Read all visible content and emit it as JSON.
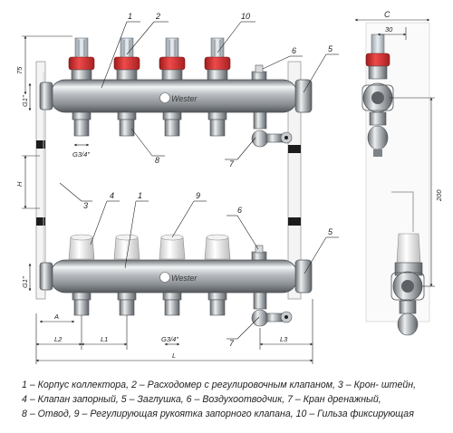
{
  "dimensions": {
    "c": "C",
    "d30": "30",
    "d75": "75",
    "d200": "200",
    "g_top": "G1\"",
    "g_bottom": "G1\"",
    "g34_top": "G3/4\"",
    "g34_bottom": "G3/4\"",
    "h": "H",
    "l": "L",
    "l1": "L1",
    "l2": "L2",
    "l3": "L3",
    "a": "A"
  },
  "callouts": {
    "top": [
      "1",
      "2",
      "10",
      "6",
      "5",
      "8",
      "7",
      "3"
    ],
    "bottom": [
      "4",
      "1",
      "9",
      "6",
      "5",
      "7"
    ]
  },
  "brand": [
    "Wester",
    "Wester"
  ],
  "legend": [
    "1 – Корпус коллектора, 2 – Расходомер с регулировочным клапаном, 3 – Крон- штейн,",
    "4 – Клапан запорный, 5 – Заглушка, 6 – Воздухоотводчик, 7 – Кран дренажный,",
    "8 – Отвод, 9 – Регулирующая рукоятка запорного клапана, 10 – Гильза фиксирующая"
  ],
  "colors": {
    "flowmeter_cap": "#d92f2f",
    "handle": "#e2e2e2",
    "steel": "#a9aeb3",
    "bracket": "#f4f4f4"
  }
}
